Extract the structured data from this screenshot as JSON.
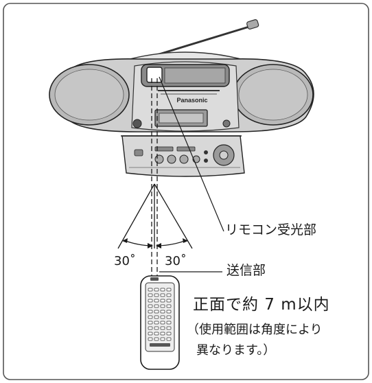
{
  "labels": {
    "receiver": "リモコン受光部",
    "sender": "送信部",
    "angle_left": "30˚",
    "angle_right": "30˚",
    "range": "正面で約 7 m以内",
    "note_line1": "（使用範囲は角度により",
    "note_line2": "異なります。）"
  },
  "device": {
    "brand": "Panasonic"
  },
  "colors": {
    "frame": "#555555",
    "line": "#1a1a1a",
    "body_gray": "#cfcfcf",
    "dark_gray": "#8a8a8a"
  }
}
